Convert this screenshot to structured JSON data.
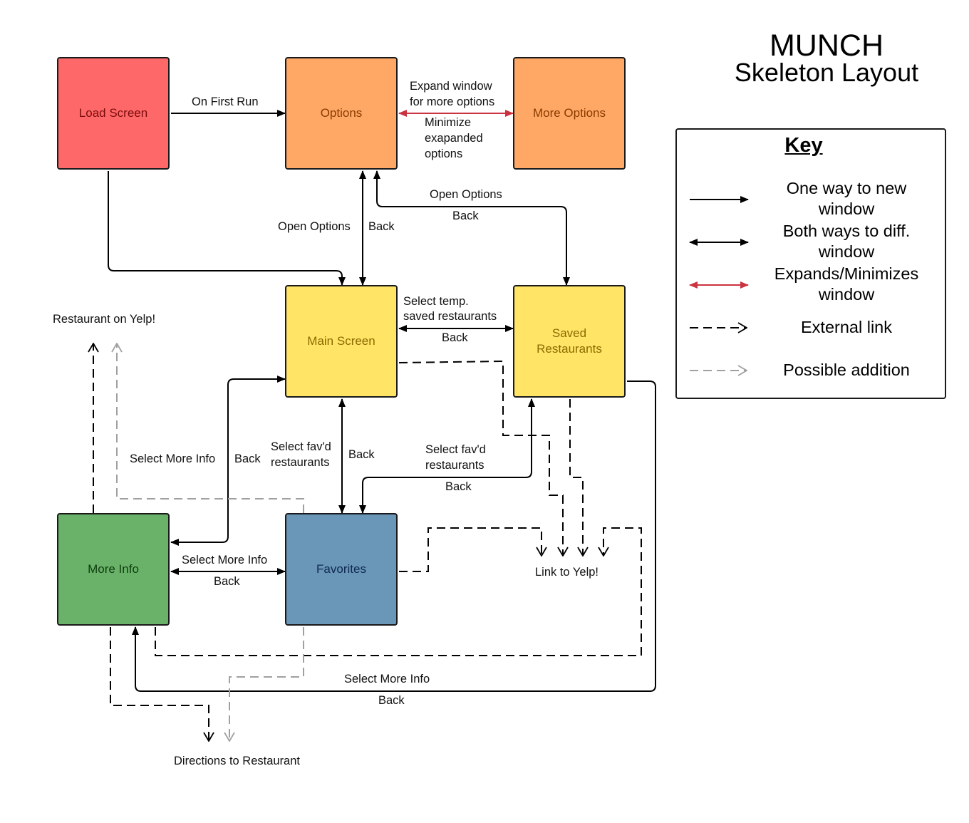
{
  "title": "MUNCH",
  "subtitle": "Skeleton Layout",
  "screens": {
    "load": {
      "label": "Load Screen",
      "color": "#ff6868",
      "text_color": "#7a0c0c"
    },
    "options": {
      "label": "Options",
      "color": "#ffa866",
      "text_color": "#8a3b00"
    },
    "more_options": {
      "label": "More Options",
      "color": "#ffa866",
      "text_color": "#8a3b00"
    },
    "main": {
      "label": "Main Screen",
      "color": "#ffe466",
      "text_color": "#8a6a00"
    },
    "saved": {
      "label": "Saved Restaurants",
      "color": "#ffe466",
      "text_color": "#8a6a00"
    },
    "more_info": {
      "label": "More Info",
      "color": "#6ab26a",
      "text_color": "#0d3d0d"
    },
    "favorites": {
      "label": "Favorites",
      "color": "#6a96b8",
      "text_color": "#0d2a4d"
    }
  },
  "labels": {
    "on_first_run": "On First Run",
    "expand_line1": "Expand window",
    "expand_line2": "for more options",
    "minimize_line1": "Minimize",
    "minimize_line2": "exapanded",
    "minimize_line3": "options",
    "open_options_left": "Open Options",
    "back_options": "Back",
    "open_options_right": "Open Options",
    "back_options_right": "Back",
    "select_temp_line1": "Select temp.",
    "select_temp_line2": "saved restaurants",
    "back_saved": "Back",
    "restaurant_on_yelp": "Restaurant on Yelp!",
    "select_more_info_left": "Select More Info",
    "back_more_info_left": "Back",
    "select_favd_line1": "Select fav'd",
    "select_favd_line2": "restaurants",
    "back_main_fav": "Back",
    "select_favd2_line1": "Select fav'd",
    "select_favd2_line2": "restaurants",
    "back_saved_fav": "Back",
    "select_more_info_mid": "Select More Info",
    "back_mid": "Back",
    "link_to_yelp": "Link to Yelp!",
    "select_more_info_bottom": "Select More Info",
    "back_bottom": "Back",
    "directions": "Directions to Restaurant"
  },
  "key": {
    "title": "Key",
    "items": [
      {
        "line1": "One way to new",
        "line2": "window",
        "style": "one-way",
        "color": "#000000"
      },
      {
        "line1": "Both ways to diff.",
        "line2": "window",
        "style": "both-ways",
        "color": "#000000"
      },
      {
        "line1": "Expands/Minimizes",
        "line2": "window",
        "style": "expand",
        "color": "#cc3340"
      },
      {
        "line1": "External link",
        "line2": "",
        "style": "external",
        "color": "#000000"
      },
      {
        "line1": "Possible addition",
        "line2": "",
        "style": "possible",
        "color": "#a0a0a0"
      }
    ]
  }
}
